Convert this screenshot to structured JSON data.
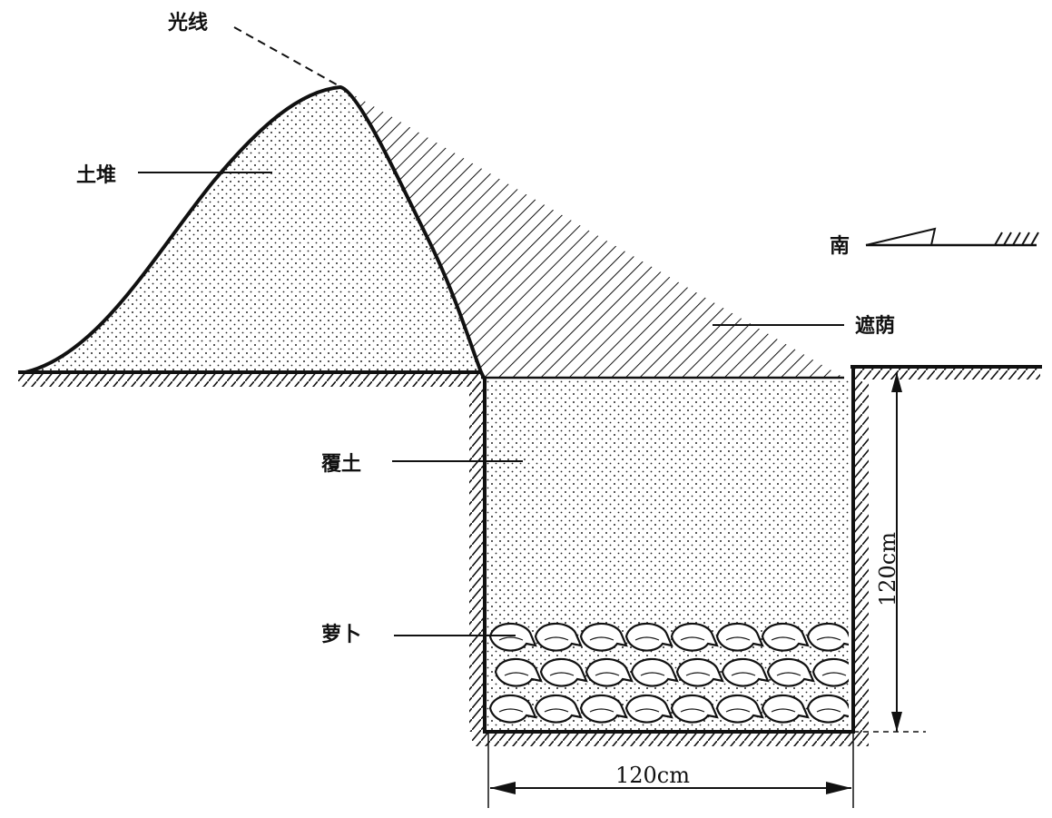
{
  "labels": {
    "light_ray": "光线",
    "soil_mound": "土堆",
    "south": "南",
    "shade": "遮荫",
    "cover_soil": "覆土",
    "radish": "萝卜"
  },
  "dimensions": {
    "width": "120cm",
    "depth": "120cm"
  }
}
